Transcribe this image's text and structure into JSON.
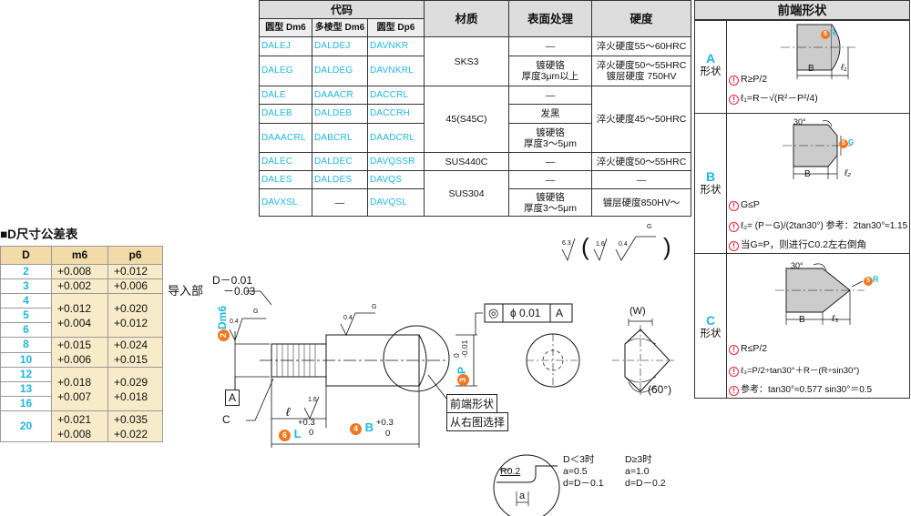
{
  "code_table": {
    "header": {
      "code_group": "代码",
      "col1": "圆型 Dm6",
      "col2": "多棱型 Dm6",
      "col3": "圆型 Dp6",
      "material": "材质",
      "surface": "表面处理",
      "hardness": "硬度"
    },
    "rows": [
      {
        "c1": "DALEJ",
        "c2": "DALDEJ",
        "c3": "DAVNKR"
      },
      {
        "c1": "DALEG",
        "c2": "DALDEG",
        "c3": "DAVNKRL"
      },
      {
        "c1": "DALE",
        "c2": "DAAACR",
        "c3": "DACCRL"
      },
      {
        "c1": "DALEB",
        "c2": "DALDEB",
        "c3": "DACCRH"
      },
      {
        "c1": "DAAACRL",
        "c2": "DABCRL",
        "c3": "DAADCRL"
      },
      {
        "c1": "DALEC",
        "c2": "DALDEC",
        "c3": "DAVQSSR"
      },
      {
        "c1": "DALES",
        "c2": "DALDES",
        "c3": "DAVQS"
      },
      {
        "c1": "DAVXSL",
        "c2": "—",
        "c3": "DAVQSL"
      }
    ],
    "materials": {
      "m1": "SKS3",
      "m2": "45(S45C)",
      "m3": "SUS440C",
      "m4": "SUS304"
    },
    "surfaces": {
      "s1": "—",
      "s2": "镀硬铬\n厚度3μm以上",
      "s3": "—",
      "s4": "发黑",
      "s5": "镀硬铬\n厚度3～5μm",
      "s6": "—",
      "s7": "—",
      "s8": "镀硬铬\n厚度3～5μm"
    },
    "hardness": {
      "h1": "淬火硬度55～60HRC",
      "h2": "淬火硬度50～55HRC\n镀层硬度 750HV",
      "h3": "淬火硬度45～50HRC",
      "h4": "淬火硬度50～55HRC",
      "h5": "—",
      "h6": "镀层硬度850HV～"
    }
  },
  "tolerance": {
    "title": "■D尺寸公差表",
    "headers": [
      "D",
      "m6",
      "p6"
    ],
    "groups": [
      {
        "d": [
          "2",
          "3"
        ],
        "m6": [
          "+0.008",
          "+0.002"
        ],
        "p6": [
          "+0.012",
          "+0.006"
        ]
      },
      {
        "d": [
          "4",
          "5",
          "6"
        ],
        "m6": [
          "+0.012",
          "+0.004"
        ],
        "p6": [
          "+0.020",
          "+0.012"
        ]
      },
      {
        "d": [
          "8",
          "10"
        ],
        "m6": [
          "+0.015",
          "+0.006"
        ],
        "p6": [
          "+0.024",
          "+0.015"
        ]
      },
      {
        "d": [
          "12",
          "13",
          "16"
        ],
        "m6": [
          "+0.018",
          "+0.007"
        ],
        "p6": [
          "+0.029",
          "+0.018"
        ]
      },
      {
        "d": [
          "20"
        ],
        "m6": [
          "+0.021",
          "+0.008"
        ],
        "p6": [
          "+0.035",
          "+0.022"
        ]
      }
    ]
  },
  "drawing": {
    "lead_in": "导入部",
    "lead_tol_upper": "D－0.01",
    "lead_tol_lower": "－0.03",
    "dm6": "Dm6",
    "dm6_num": "2",
    "p_label": "P",
    "p_num": "3",
    "p_tol_upper": "0",
    "p_tol_lower": "-0.01",
    "ref_a": "A",
    "c_label": "C",
    "l_label": "ℓ",
    "l_tol_upper": "+0.3",
    "l_tol_lower": "0",
    "L_label": "L",
    "L_num": "6",
    "B_label": "B",
    "B_num": "4",
    "B_tol_upper": "+0.3",
    "B_tol_lower": "0",
    "rough_04": "0.4",
    "rough_16": "1.6",
    "rough_G": "G",
    "rough_63": "6.3",
    "fcf_symbol": "◎",
    "fcf_value": "ϕ 0.01",
    "fcf_ref": "A",
    "front_shape_label": "前端形状",
    "select_from_right": "从右图选择",
    "w_label": "(W)",
    "angle_60": "(60°)",
    "detail_r": "R0.2",
    "detail_a": "a",
    "cond_lt": "D＜3时",
    "cond_lt_a": "a=0.5",
    "cond_lt_d": "d=D－0.1",
    "cond_ge": "D≥3时",
    "cond_ge_a": "a=1.0",
    "cond_ge_d": "d=D－0.2"
  },
  "front_shape": {
    "title": "前端形状",
    "A": {
      "letter": "A",
      "shape": "形状",
      "n1": "R≥P/2",
      "n2": "ℓ₁=R－√(R²－P²/4)",
      "b": "B",
      "l": "ℓ₁",
      "num": "5",
      "r": "R"
    },
    "B": {
      "letter": "B",
      "shape": "形状",
      "n1": "G≤P",
      "n2": "ℓ₂= (P－G)/(2tan30°)  参考：2tan30°≈1.15",
      "n3": "当G=P，则进行C0.2左右倒角",
      "b": "B",
      "l": "ℓ₂",
      "num": "5",
      "g": "G",
      "angle": "30°"
    },
    "C": {
      "letter": "C",
      "shape": "形状",
      "n1": "R≤P/2",
      "n2": "ℓ₃=P/2÷tan30°＋R－(R÷sin30°)",
      "n3": "参考：tan30°≈0.577  sin30°＝0.5",
      "b": "B",
      "l": "ℓ₃",
      "num": "5",
      "r": "R",
      "angle": "30°"
    }
  },
  "colors": {
    "accent": "#1fb6e0",
    "orange": "#f07820",
    "header": "#dddddd",
    "tol_bg": "#f7ebc9",
    "tol_head": "#f2dba8",
    "warn": "#e22233"
  }
}
